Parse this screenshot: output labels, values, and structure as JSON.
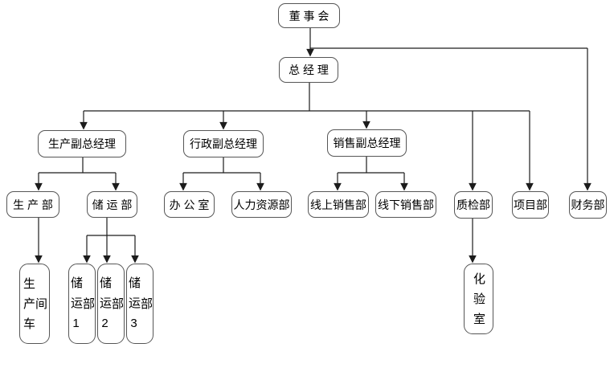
{
  "diagram": {
    "type": "org-chart",
    "background_color": "#ffffff",
    "box_border_color": "#565656",
    "box_fill_color": "#ffffff",
    "line_color": "#1c1c1c",
    "text_color": "#000000",
    "nodes": {
      "board": {
        "label": "董 事 会"
      },
      "general_manager": {
        "label": "总 经 理"
      },
      "production_vp": {
        "label": "生产副总经理"
      },
      "admin_vp": {
        "label": "行政副总经理"
      },
      "sales_vp": {
        "label": "销售副总经理"
      },
      "quality_dept": {
        "label": "质检部"
      },
      "project_dept": {
        "label": "项目部"
      },
      "finance_dept": {
        "label": "财务部"
      },
      "production_dept": {
        "label": "生 产 部"
      },
      "storage_dept": {
        "label": "储 运 部"
      },
      "office": {
        "label": "办 公 室"
      },
      "hr_dept": {
        "label": "人力资源部"
      },
      "online_sales_dept": {
        "label": "线上销售部"
      },
      "offline_sales_dept": {
        "label": "线下销售部"
      },
      "production_workshop": {
        "label": "生产车间"
      },
      "storage_dept_1": {
        "label": "储运1部"
      },
      "storage_dept_2": {
        "label": "储运2部"
      },
      "storage_dept_3": {
        "label": "储运3部"
      },
      "lab": {
        "label": "化验室"
      }
    },
    "edges": [
      {
        "from": "board",
        "to": "general_manager"
      },
      {
        "from": "board",
        "to": "finance_dept"
      },
      {
        "from": "general_manager",
        "to": "production_vp"
      },
      {
        "from": "general_manager",
        "to": "admin_vp"
      },
      {
        "from": "general_manager",
        "to": "sales_vp"
      },
      {
        "from": "general_manager",
        "to": "quality_dept"
      },
      {
        "from": "general_manager",
        "to": "project_dept"
      },
      {
        "from": "production_vp",
        "to": "production_dept"
      },
      {
        "from": "production_vp",
        "to": "storage_dept"
      },
      {
        "from": "admin_vp",
        "to": "office"
      },
      {
        "from": "admin_vp",
        "to": "hr_dept"
      },
      {
        "from": "sales_vp",
        "to": "online_sales_dept"
      },
      {
        "from": "sales_vp",
        "to": "offline_sales_dept"
      },
      {
        "from": "production_dept",
        "to": "production_workshop"
      },
      {
        "from": "storage_dept",
        "to": "storage_dept_1"
      },
      {
        "from": "storage_dept",
        "to": "storage_dept_2"
      },
      {
        "from": "storage_dept",
        "to": "storage_dept_3"
      },
      {
        "from": "quality_dept",
        "to": "lab"
      }
    ]
  }
}
